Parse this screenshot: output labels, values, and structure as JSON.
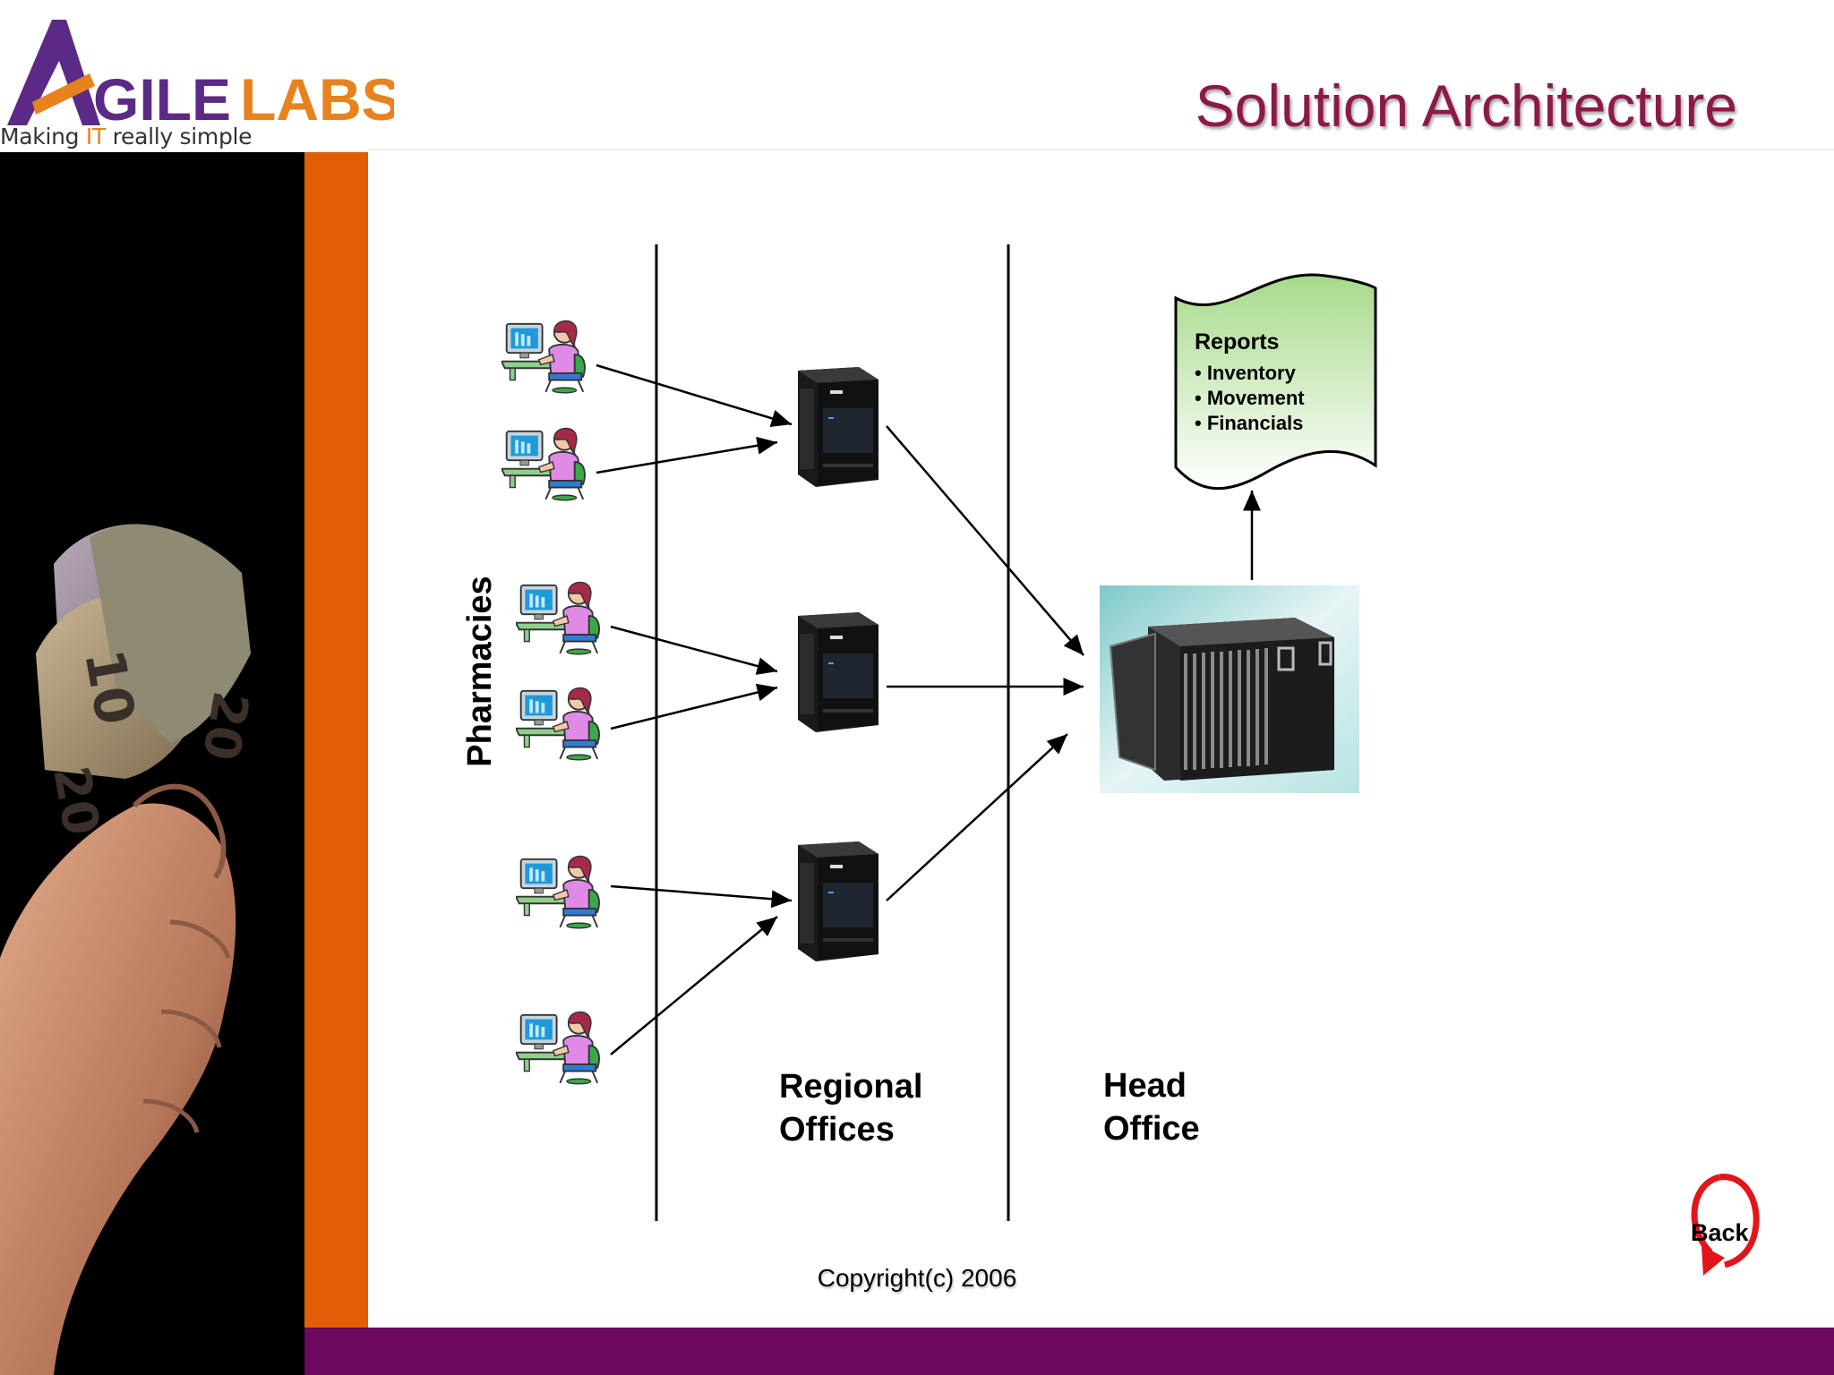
{
  "header": {
    "logo_text": "AGILE LABS",
    "tagline_before": "Making ",
    "tagline_highlight": "IT",
    "tagline_after": " really simple",
    "slide_title": "Solution Architecture"
  },
  "diagram": {
    "pharmacies_label": "Pharmacies",
    "regional_offices_label": [
      "Regional",
      "Offices"
    ],
    "head_office_label": [
      "Head",
      "Office"
    ],
    "reports": {
      "title": "Reports",
      "items": [
        "• Inventory",
        "• Movement",
        "• Financials"
      ]
    }
  },
  "footer": {
    "copyright": "Copyright(c) 2006",
    "back_label": "Back"
  },
  "colors": {
    "title": "#8b1a4a",
    "logo_purple": "#5b2a86",
    "logo_orange": "#e8821e",
    "orange_band": "#e25e06",
    "purple_band": "#6b0a5e",
    "reports_fill": "#b9e3a3",
    "back_icon": "#e3141a"
  }
}
